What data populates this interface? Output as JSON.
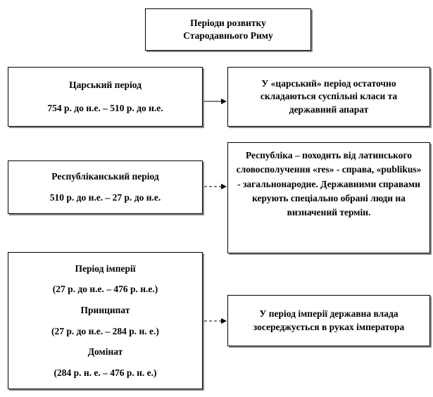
{
  "title": {
    "lines": [
      "Періоди  розвитку",
      "Стародавнього Риму"
    ]
  },
  "periods": [
    {
      "name": "Царський  період",
      "dates": "754 р. до н.е. – 510 р. до н.е.",
      "description": "У «царський» період  остаточно складаються  суспільні  класи та державний апарат"
    },
    {
      "name": "Республіканський  період",
      "dates": "510 р. до н.е. – 27 р. до н.е.",
      "description": "Республіка  – походить від латинського словосполучення «res»  - справа, «publikus»  - загальнонародне. Державними справами керують спеціально обрані люди на визначений термін."
    },
    {
      "name": "Період  імперії",
      "dates": "(27 р. до н.е. – 476 р. н.е.)",
      "sub1_name": "Принципат",
      "sub1_dates": "(27 р. до н.е. – 284 р. н. е.)",
      "sub2_name": "Домінат",
      "sub2_dates": "(284 р. н. е. – 476 р. н. е.)",
      "description": "У період  імперії  державна влада зосереджується  в руках  імператора"
    }
  ]
}
